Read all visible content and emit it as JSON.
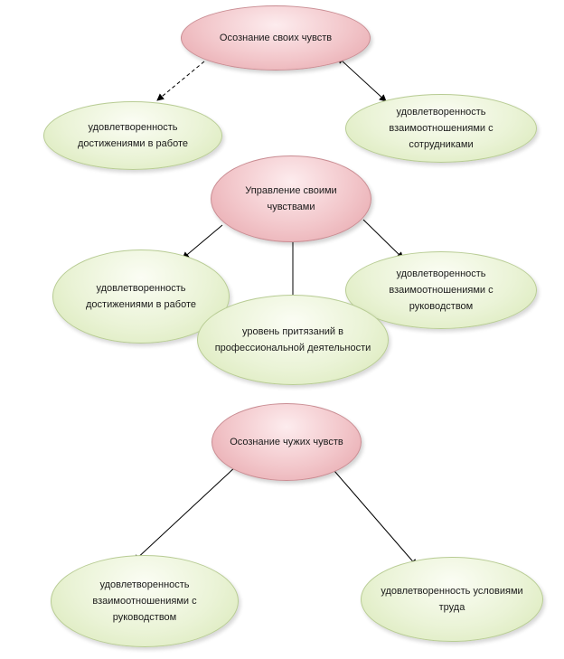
{
  "diagram": {
    "nodes": {
      "awareness_own": "Осознание своих чувств",
      "sat_achievements_top": "удовлетворенность достижениями в работе",
      "sat_relations_colleagues": "удовлетворенность взаимоотношениями с сотрудниками",
      "managing_own": "Управление своими чувствами",
      "sat_achievements_mid": "удовлетворенность достижениями в работе",
      "sat_relations_management_mid": "удовлетворенность взаимоотношениями с руководством",
      "aspiration_level": "уровень притязаний в профессиональной деятельности",
      "awareness_others": "Осознание чужих чувств",
      "sat_relations_management_bottom": "удовлетворенность взаимоотношениями с руководством",
      "sat_conditions": "удовлетворенность условиями труда"
    },
    "colors": {
      "central_node": "#f2c6ca",
      "outcome_node": "#eaf3d6",
      "connector": "#000000"
    }
  }
}
